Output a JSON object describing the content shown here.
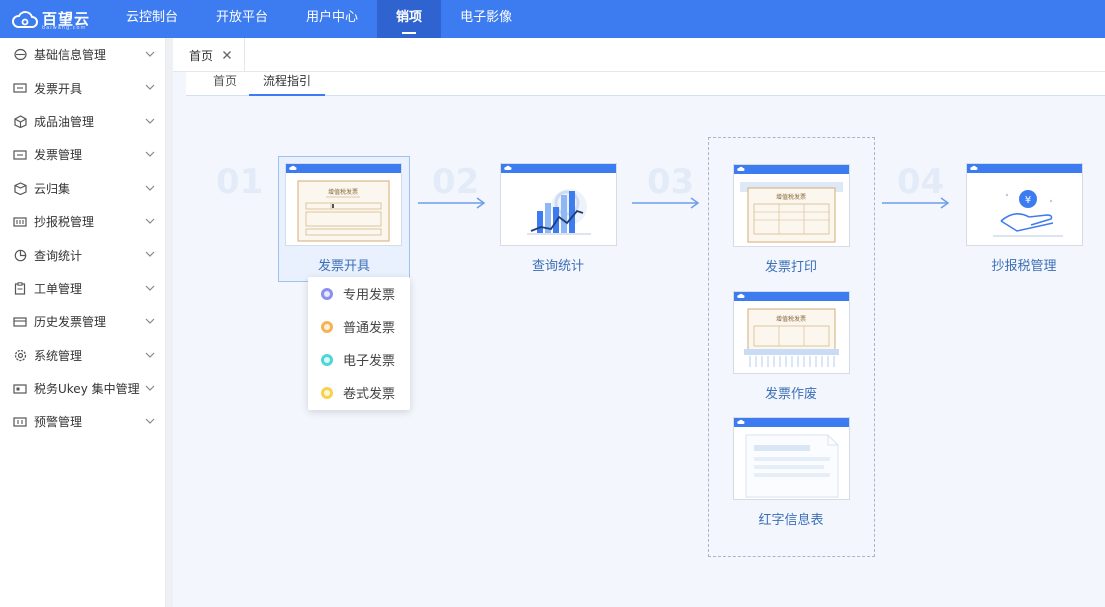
{
  "app": {
    "logo_text": "百望云",
    "logo_sub": "baiwang.com",
    "brand_color": "#3d7bf0"
  },
  "nav": [
    {
      "label": "云控制台"
    },
    {
      "label": "开放平台"
    },
    {
      "label": "用户中心"
    },
    {
      "label": "销项",
      "active": true
    },
    {
      "label": "电子影像"
    }
  ],
  "sidebar": {
    "items": [
      {
        "label": "基础信息管理",
        "icon": "database-icon"
      },
      {
        "label": "发票开具",
        "icon": "ticket-icon"
      },
      {
        "label": "成品油管理",
        "icon": "cube-icon"
      },
      {
        "label": "发票管理",
        "icon": "ticket-icon"
      },
      {
        "label": "云归集",
        "icon": "box-icon"
      },
      {
        "label": "抄报税管理",
        "icon": "tax-icon"
      },
      {
        "label": "查询统计",
        "icon": "pie-chart-icon"
      },
      {
        "label": "工单管理",
        "icon": "clipboard-icon"
      },
      {
        "label": "历史发票管理",
        "icon": "history-icon"
      },
      {
        "label": "系统管理",
        "icon": "gear-icon"
      },
      {
        "label": "税务Ukey 集中管理",
        "icon": "ukey-icon"
      },
      {
        "label": "预警管理",
        "icon": "alert-icon"
      }
    ]
  },
  "tabs": [
    {
      "label": "首页"
    }
  ],
  "subtabs": [
    {
      "label": "首页"
    },
    {
      "label": "流程指引",
      "active": true
    }
  ],
  "flow": {
    "steps": [
      {
        "num": "01",
        "label": "发票开具"
      },
      {
        "num": "02",
        "label": "查询统计"
      },
      {
        "num": "03",
        "label": "发票打印"
      },
      {
        "num": "04",
        "label": "抄报税管理"
      }
    ],
    "extra": [
      {
        "label": "发票作废"
      },
      {
        "label": "红字信息表"
      }
    ],
    "invoice_title": "增值税发票"
  },
  "popup": {
    "items": [
      {
        "label": "专用发票",
        "color": "#8b8ff0"
      },
      {
        "label": "普通发票",
        "color": "#f5b453"
      },
      {
        "label": "电子发票",
        "color": "#4fd6d6"
      },
      {
        "label": "卷式发票",
        "color": "#f7d24a"
      }
    ]
  }
}
